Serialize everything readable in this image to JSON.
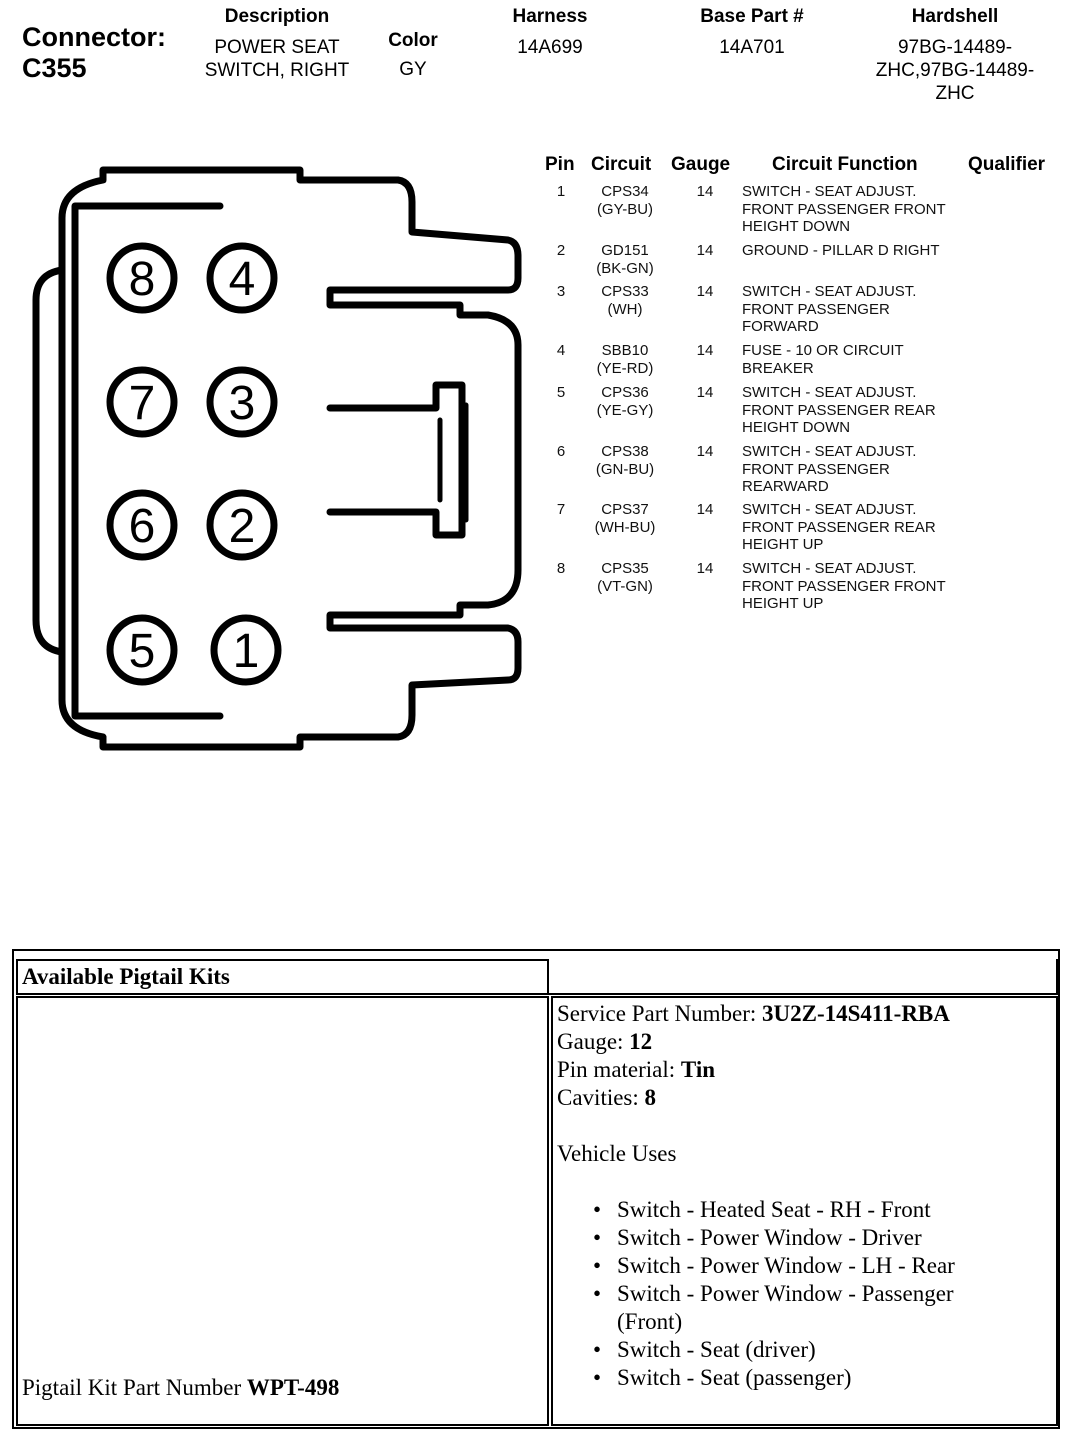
{
  "header": {
    "connector_label": "Connector:",
    "connector_id": "C355",
    "description_label": "Description",
    "description_value_1": "POWER SEAT",
    "description_value_2": "SWITCH, RIGHT",
    "color_label": "Color",
    "color_value": "GY",
    "harness_label": "Harness",
    "harness_value": "14A699",
    "base_part_label": "Base Part #",
    "base_part_value": "14A701",
    "hardshell_label": "Hardshell",
    "hardshell_value_1": "97BG-14489-",
    "hardshell_value_2": "ZHC,97BG-14489-",
    "hardshell_value_3": "ZHC"
  },
  "diagram": {
    "pins": [
      "8",
      "4",
      "7",
      "3",
      "6",
      "2",
      "5",
      "1"
    ]
  },
  "pin_table": {
    "headers": {
      "pin": "Pin",
      "circuit": "Circuit",
      "gauge": "Gauge",
      "function": "Circuit Function",
      "qualifier": "Qualifier"
    },
    "rows": [
      {
        "pin": "1",
        "circuit": "CPS34",
        "color": "(GY-BU)",
        "gauge": "14",
        "function": [
          "SWITCH - SEAT ADJUST.",
          "FRONT PASSENGER FRONT",
          "HEIGHT DOWN"
        ]
      },
      {
        "pin": "2",
        "circuit": "GD151",
        "color": "(BK-GN)",
        "gauge": "14",
        "function": [
          "GROUND - PILLAR D RIGHT",
          "",
          ""
        ]
      },
      {
        "pin": "3",
        "circuit": "CPS33",
        "color": "(WH)",
        "gauge": "14",
        "function": [
          "SWITCH - SEAT ADJUST.",
          "FRONT PASSENGER",
          "FORWARD"
        ]
      },
      {
        "pin": "4",
        "circuit": "SBB10",
        "color": "(YE-RD)",
        "gauge": "14",
        "function": [
          "FUSE - 10 OR CIRCUIT",
          "BREAKER",
          ""
        ]
      },
      {
        "pin": "5",
        "circuit": "CPS36",
        "color": "(YE-GY)",
        "gauge": "14",
        "function": [
          "SWITCH - SEAT ADJUST.",
          "FRONT PASSENGER REAR",
          "HEIGHT DOWN"
        ]
      },
      {
        "pin": "6",
        "circuit": "CPS38",
        "color": "(GN-BU)",
        "gauge": "14",
        "function": [
          "SWITCH - SEAT ADJUST.",
          "FRONT PASSENGER",
          "REARWARD"
        ]
      },
      {
        "pin": "7",
        "circuit": "CPS37",
        "color": "(WH-BU)",
        "gauge": "14",
        "function": [
          "SWITCH - SEAT ADJUST.",
          "FRONT PASSENGER REAR",
          "HEIGHT UP"
        ]
      },
      {
        "pin": "8",
        "circuit": "CPS35",
        "color": "(VT-GN)",
        "gauge": "14",
        "function": [
          "SWITCH - SEAT ADJUST.",
          "FRONT PASSENGER FRONT",
          "HEIGHT UP"
        ]
      }
    ]
  },
  "pigtail": {
    "title": "Available Pigtail Kits",
    "kit_label": "Pigtail Kit Part Number ",
    "kit_value": "WPT-498",
    "service_label": "Service Part Number: ",
    "service_value": "3U2Z-14S411-RBA",
    "gauge_label": "Gauge: ",
    "gauge_value": "12",
    "pin_material_label": "Pin material: ",
    "pin_material_value": "Tin",
    "cavities_label": "Cavities: ",
    "cavities_value": "8",
    "vehicle_uses_label": "Vehicle Uses",
    "uses": [
      "Switch - Heated Seat - RH - Front",
      "Switch - Power Window - Driver",
      "Switch - Power Window - LH - Rear",
      "Switch - Power Window - Passenger (Front)",
      "Switch - Seat (driver)",
      "Switch - Seat (passenger)"
    ]
  }
}
